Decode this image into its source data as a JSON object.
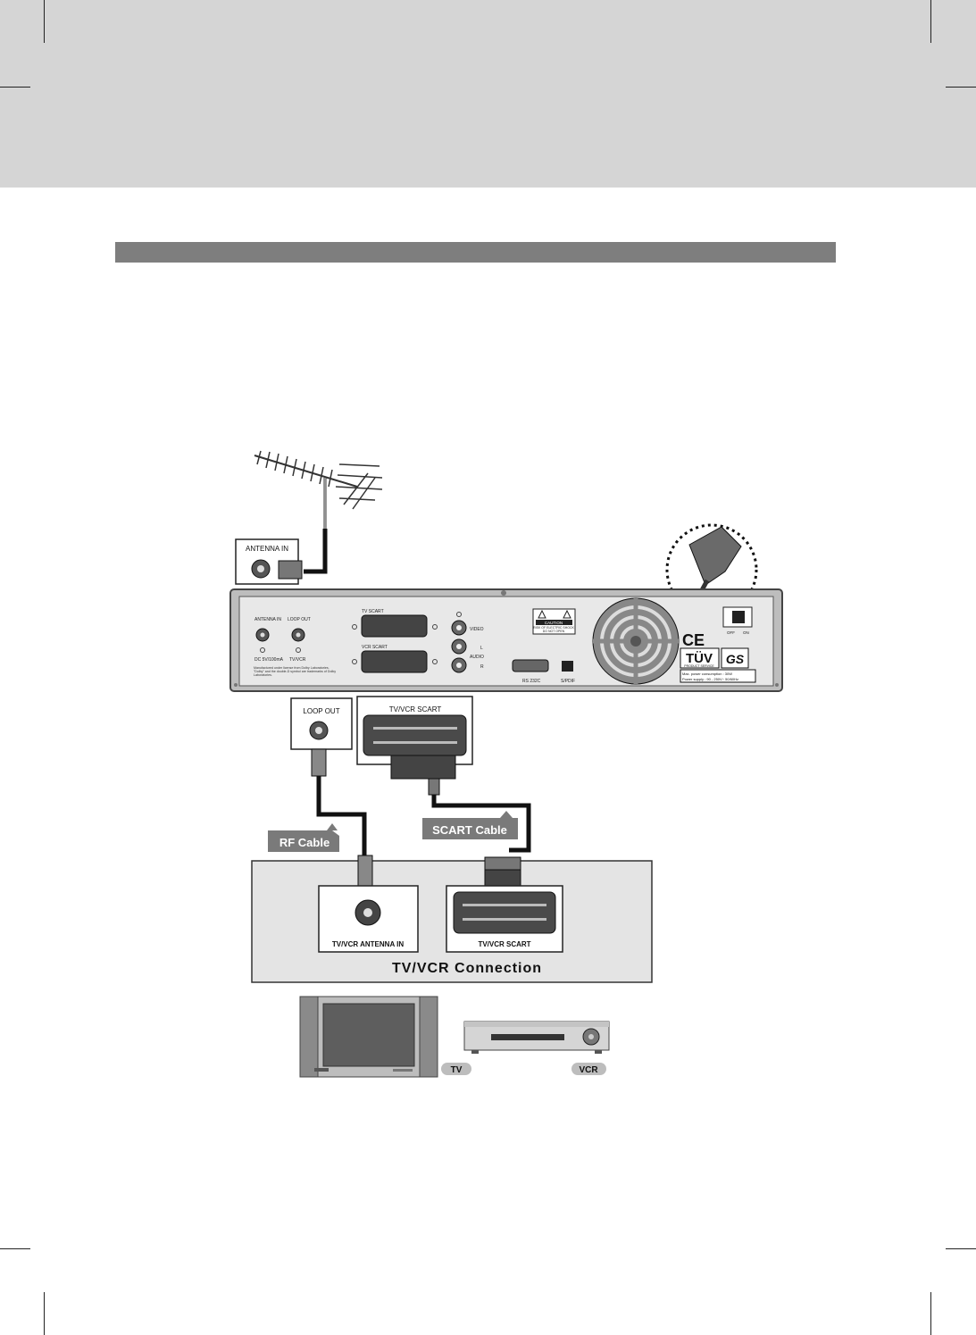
{
  "panel": {
    "antenna_in": "ANTENNA IN",
    "loop_out": "LOOP OUT",
    "dc": "DC 5V/100mA",
    "tv_vcr": "TV/VCR",
    "tv_scart": "TV SCART",
    "vcr_scart": "VCR SCART",
    "video": "VIDEO",
    "audio": "AUDIO",
    "audio_l": "L",
    "audio_r": "R",
    "rs232c": "RS 232C",
    "spdif": "S/PDIF",
    "caution": "CAUTION",
    "caution_sub1": "RISK OF ELECTRIC SHOCK",
    "caution_sub2": "DO NOT OPEN",
    "dolby": "Manufactured under license from Dolby Laboratories. \"Dolby\" and the double-D symbol are trademarks of Dolby Laboratories.",
    "ce": "CE",
    "tuv": "TÜV",
    "tuv_sub": "PRODUCT SERVICE",
    "gs": "GS",
    "power_line1": "Max. power consumption : 30W",
    "power_line2": "Power supply : 90 - 250V~ 50/60Hz",
    "off": "OFF",
    "on": "ON"
  },
  "callouts": {
    "antenna_in": "ANTENNA IN",
    "loop_out": "LOOP OUT",
    "tv_vcr_scart": "TV/VCR SCART"
  },
  "cables": {
    "rf": "RF Cable",
    "scart": "SCART Cable"
  },
  "connection_box": {
    "antenna_label": "TV/VCR ANTENNA IN",
    "scart_label": "TV/VCR SCART",
    "title": "TV/VCR Connection"
  },
  "devices": {
    "tv": "TV",
    "vcr": "VCR"
  }
}
